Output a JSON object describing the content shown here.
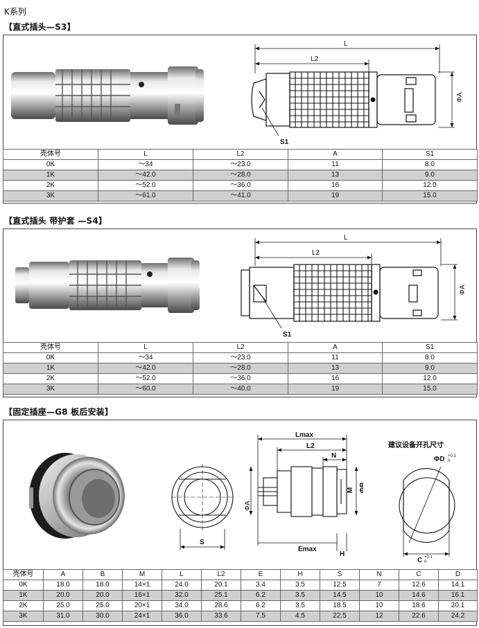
{
  "page": {
    "series_title": "K系列"
  },
  "sections": [
    {
      "title": "【直式插头—S3】",
      "drawing_labels": {
        "L": "L",
        "L2": "L2",
        "A": "ΦA",
        "S1": "S1"
      },
      "headers": [
        "壳体号",
        "L",
        "L2",
        "A",
        "S1"
      ],
      "rows": [
        [
          "0K",
          "～34",
          "～23.0",
          "11",
          "8.0"
        ],
        [
          "1K",
          "～42.0",
          "～28.0",
          "13",
          "9.0"
        ],
        [
          "2K",
          "～52.0",
          "～36.0",
          "16",
          "12.0"
        ],
        [
          "3K",
          "～61.0",
          "～41.0",
          "19",
          "15.0"
        ]
      ]
    },
    {
      "title": "【直式插头 带护套 —S4】",
      "drawing_labels": {
        "L": "L",
        "L2": "L2",
        "A": "ΦA",
        "S1": "S1"
      },
      "headers": [
        "壳体号",
        "L",
        "L2",
        "A",
        "S1"
      ],
      "rows": [
        [
          "0K",
          "～34",
          "～23.0",
          "11",
          "8.0"
        ],
        [
          "1K",
          "～42.0",
          "～28.0",
          "13",
          "9.0"
        ],
        [
          "2K",
          "～52.0",
          "～36.0",
          "16",
          "12.0"
        ],
        [
          "3K",
          "～60.0",
          "～40.0",
          "19",
          "15.0"
        ]
      ]
    },
    {
      "title": "【固定插座—G8 板后安装】",
      "drawing_labels": {
        "A": "ΦA",
        "S": "S",
        "Lmax": "Lmax",
        "L2": "L2",
        "N": "N",
        "M": "M",
        "B": "ΦB",
        "Emax": "Emax",
        "H": "H",
        "cutout_title": "建议设备开孔尺寸",
        "D": "ΦD",
        "D_tol": "+0.1",
        "D_tol2": "0",
        "C": "C",
        "C_tol": "+0.1",
        "C_tol2": "0"
      },
      "headers": [
        "壳体号",
        "A",
        "B",
        "M",
        "L",
        "L2",
        "E",
        "H",
        "S",
        "N",
        "C",
        "D"
      ],
      "rows": [
        [
          "0K",
          "18.0",
          "18.0",
          "14×1",
          "24.0",
          "20.1",
          "3.4",
          "3.5",
          "12.5",
          "7",
          "12.6",
          "14.1"
        ],
        [
          "1K",
          "20.0",
          "20.0",
          "16×1",
          "32.0",
          "25.1",
          "6.2",
          "3.5",
          "14.5",
          "10",
          "14.6",
          "16.1"
        ],
        [
          "2K",
          "25.0",
          "25.0",
          "20×1",
          "34.0",
          "28.6",
          "6.2",
          "3.5",
          "18.5",
          "10",
          "18.6",
          "20.1"
        ],
        [
          "3K",
          "31.0",
          "30.0",
          "24×1",
          "36.0",
          "33.6",
          "7.5",
          "4.5",
          "22.5",
          "12",
          "22.6",
          "24.2"
        ]
      ]
    }
  ]
}
